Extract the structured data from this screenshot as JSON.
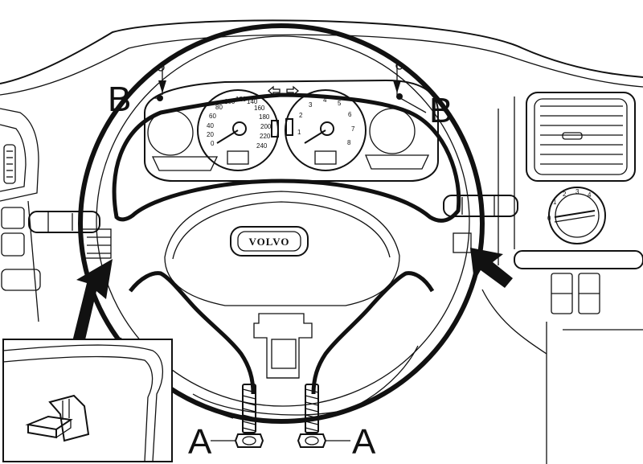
{
  "labels": {
    "fastener_left": "A",
    "fastener_right": "A",
    "clip_left": "B",
    "clip_right": "B"
  },
  "brand": {
    "logo_text": "VOLVO"
  },
  "speedometer": {
    "ticks": [
      "0",
      "20",
      "40",
      "60",
      "80",
      "100",
      "120",
      "140",
      "160",
      "180",
      "200",
      "220",
      "240"
    ]
  },
  "tachometer": {
    "ticks": [
      "1",
      "2",
      "3",
      "4",
      "5",
      "6",
      "7",
      "8"
    ]
  },
  "heater_dial": {
    "ticks": [
      "0",
      "1",
      "2",
      "3",
      "4"
    ]
  },
  "colors": {
    "ink": "#111111",
    "paper": "#ffffff"
  }
}
